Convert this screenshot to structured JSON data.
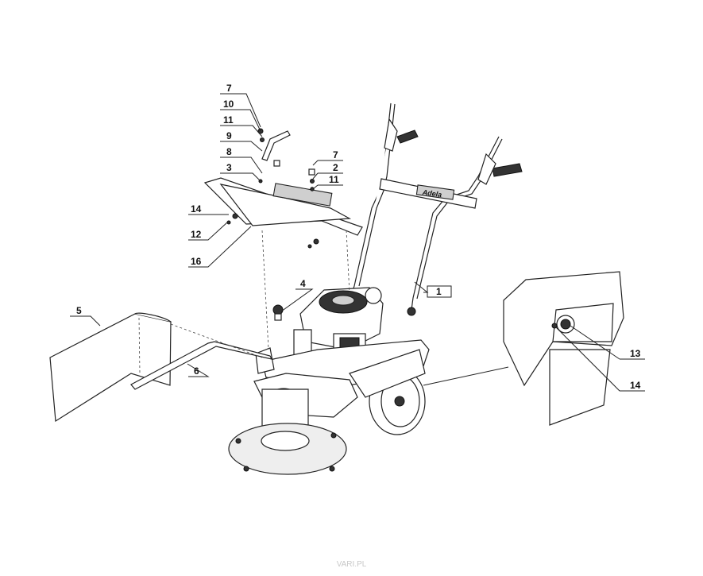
{
  "callouts": {
    "c1": "1",
    "c2": "2",
    "c3": "3",
    "c4": "4",
    "c5": "5",
    "c6": "6",
    "c7a": "7",
    "c7b": "7",
    "c8": "8",
    "c9": "9",
    "c10": "10",
    "c11a": "11",
    "c11b": "11",
    "c12": "12",
    "c13": "13",
    "c14a": "14",
    "c14b": "14",
    "c16": "16"
  },
  "brand_plate": "Adela",
  "watermark": "VARI.PL",
  "colors": {
    "line": "#222222",
    "shade": "#cfcfcf",
    "background": "#ffffff"
  }
}
